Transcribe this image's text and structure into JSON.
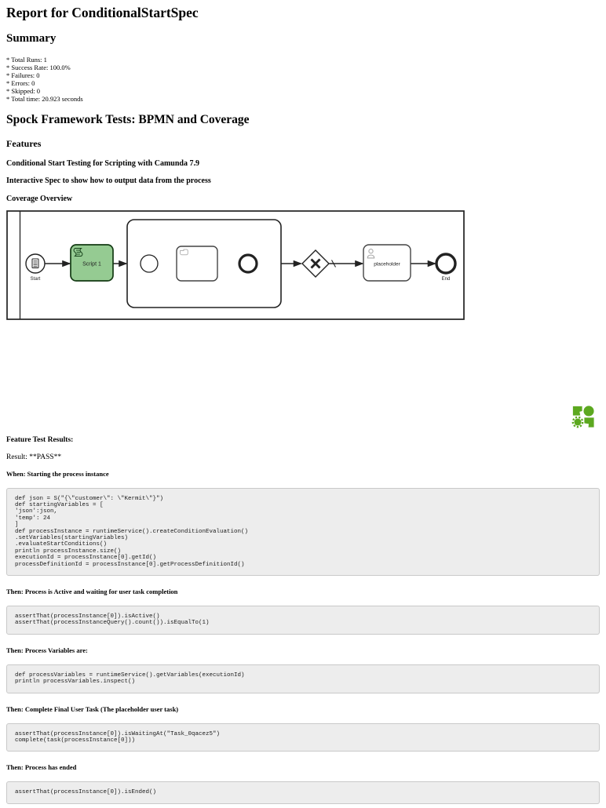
{
  "page": {
    "title": "Report for ConditionalStartSpec",
    "summary_heading": "Summary",
    "summary_lines": [
      "* Total Runs: 1",
      "* Success Rate: 100.0%",
      "* Failures: 0",
      "* Errors: 0",
      "* Skipped: 0",
      "* Total time: 20.923 seconds"
    ],
    "section_heading": "Spock Framework Tests: BPMN and Coverage",
    "features_heading": "Features",
    "feature_items": [
      "Conditional Start Testing for Scripting with Camunda 7.9",
      "Interactive Spec to show how to output data from the process"
    ],
    "coverage_heading": "Coverage Overview"
  },
  "diagram": {
    "start_label": "Start",
    "script_task_label": "Script 1",
    "placeholder_task_label": "placeholder",
    "end_label": "End",
    "script_task_fill": "#95cb92",
    "highlight_border": "#133a13"
  },
  "logo": {
    "color": "#5ca820"
  },
  "results": {
    "heading": "Feature Test Results:",
    "result_line": "Result: **PASS**",
    "steps": [
      {
        "label": "When: Starting the process instance",
        "code": "def json = S(\"{\\\"customer\\\": \\\"Kermit\\\"}\")\ndef startingVariables = [\n'json':json,\n'temp': 24\n]\ndef processInstance = runtimeService().createConditionEvaluation()\n.setVariables(startingVariables)\n.evaluateStartConditions()\nprintln processInstance.size()\nexecutionId = processInstance[0].getId()\nprocessDefinitionId = processInstance[0].getProcessDefinitionId()"
      },
      {
        "label": "Then: Process is Active and waiting for user task completion",
        "code": "assertThat(processInstance[0]).isActive()\nassertThat(processInstanceQuery().count()).isEqualTo(1)"
      },
      {
        "label": "Then: Process Variables are:",
        "code": "def processVariables = runtimeService().getVariables(executionId)\nprintln processVariables.inspect()"
      },
      {
        "label": "Then: Complete Final User Task (The placeholder user task)",
        "code": "assertThat(processInstance[0]).isWaitingAt(\"Task_0qacez5\")\ncomplete(task(processInstance[0]))"
      },
      {
        "label": "Then: Process has ended",
        "code": "assertThat(processInstance[0]).isEnded()"
      }
    ]
  }
}
